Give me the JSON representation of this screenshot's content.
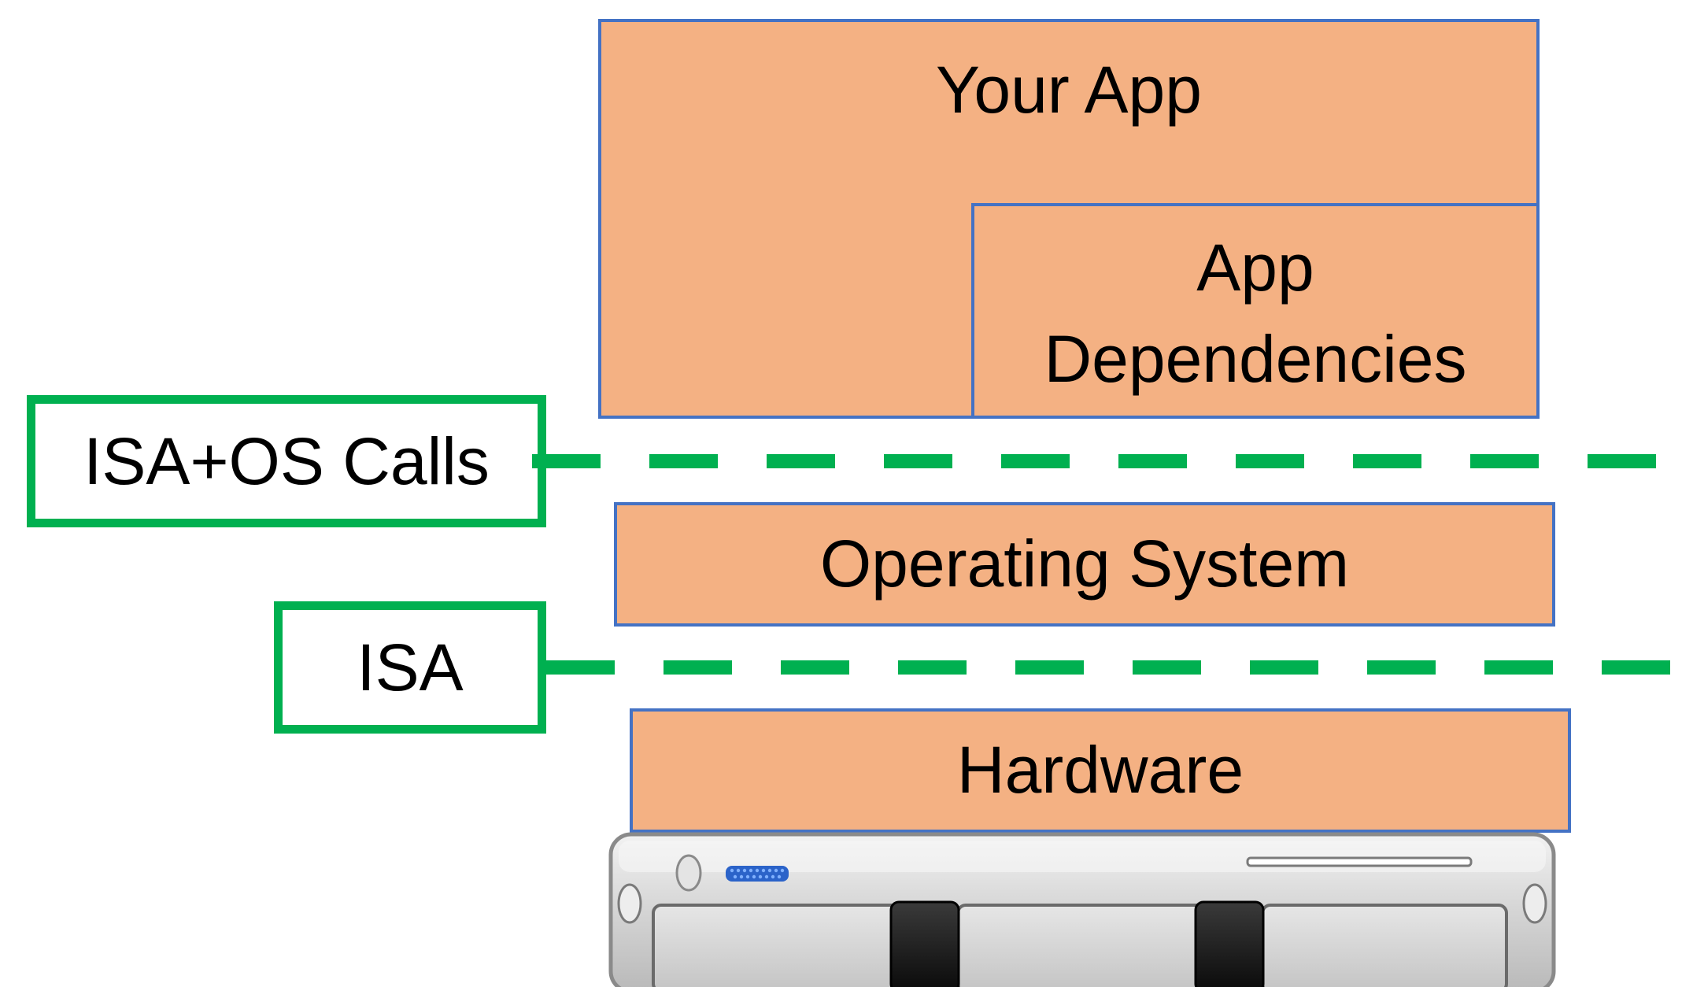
{
  "colors": {
    "layer_fill": "#F4B183",
    "layer_border": "#4472C4",
    "interface_green": "#00B050",
    "text": "#000000"
  },
  "layers": {
    "your_app": "Your App",
    "app_dependencies_line1": "App",
    "app_dependencies_line2": "Dependencies",
    "operating_system": "Operating System",
    "hardware": "Hardware"
  },
  "interfaces": {
    "isa_os_calls": "ISA+OS Calls",
    "isa": "ISA"
  },
  "icons": {
    "server": "rack-server-icon"
  }
}
